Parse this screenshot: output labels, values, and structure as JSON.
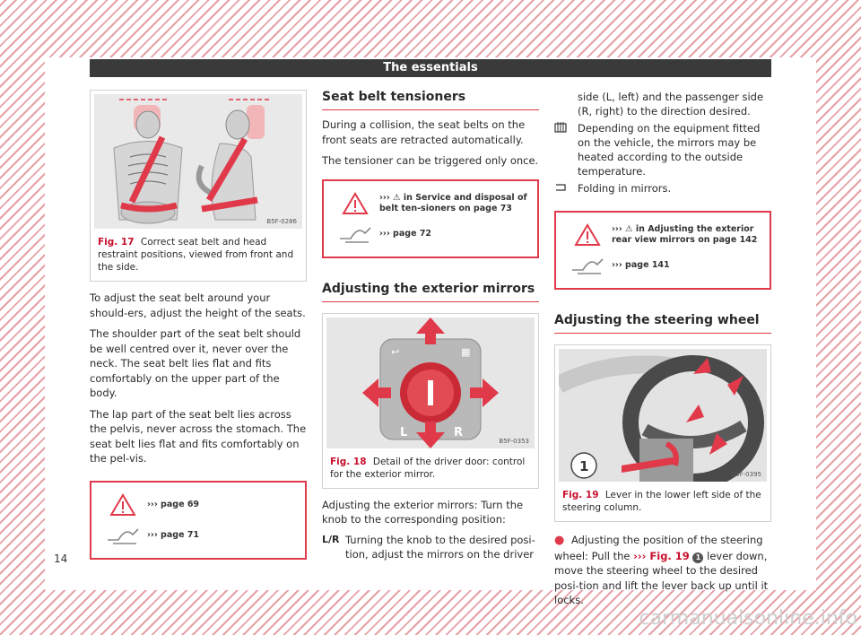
{
  "header": {
    "title": "The essentials"
  },
  "col1": {
    "fig17": {
      "num": "Fig. 17",
      "caption": "Correct seat belt and head restraint positions, viewed from front and the side.",
      "code": "B5F-0286"
    },
    "paras": [
      "To adjust the seat belt around your should-ers, adjust the height of the seats.",
      "The shoulder part of the seat belt should be well centred over it, never over the neck. The seat belt lies flat and fits comfortably on the upper part of the body.",
      "The lap part of the seat belt lies across the pelvis, never across the stomach. The seat belt lies flat and fits comfortably on the pel-vis."
    ],
    "ref1": "››› page 69",
    "ref2": "››› page 71"
  },
  "col2": {
    "sec1_title": "Seat belt tensioners",
    "sec1_paras": [
      "During a collision, the seat belts on the front seats are retracted automatically.",
      "The tensioner can be triggered only once."
    ],
    "ref1": "››› ⚠ in Service and disposal of belt ten-sioners on page 73",
    "ref2": "››› page 72",
    "sec2_title": "Adjusting the exterior mirrors",
    "fig18": {
      "num": "Fig. 18",
      "caption": "Detail of the driver door: control for the exterior mirror.",
      "code": "B5F-0353"
    },
    "knob_labels": {
      "l": "L",
      "r": "R"
    },
    "intro": "Adjusting the exterior mirrors: Turn the knob to the corresponding position:",
    "def_key": "L/R",
    "def_val": "Turning the knob to the desired posi-tion, adjust the mirrors on the driver"
  },
  "col3": {
    "cont": "side (L, left) and the passenger side (R, right) to the direction desired.",
    "heated": "Depending on the equipment fitted on the vehicle, the mirrors may be heated according to the outside temperature.",
    "fold": "Folding in mirrors.",
    "ref1": "››› ⚠ in Adjusting the exterior rear view mirrors on page 142",
    "ref2": "››› page 141",
    "sec_title": "Adjusting the steering wheel",
    "fig19": {
      "num": "Fig. 19",
      "caption": "Lever in the lower left side of the steering column.",
      "code": "B5F-0395",
      "callout": "1"
    },
    "step_a": "Adjusting the position of the steering wheel: Pull the",
    "step_ref": "››› Fig. 19",
    "step_num": "1",
    "step_b": "lever down, move the steering wheel to the desired posi-tion and lift the lever back up until it locks."
  },
  "footer": {
    "page": "14",
    "watermark": "carmanualsonline.info"
  }
}
